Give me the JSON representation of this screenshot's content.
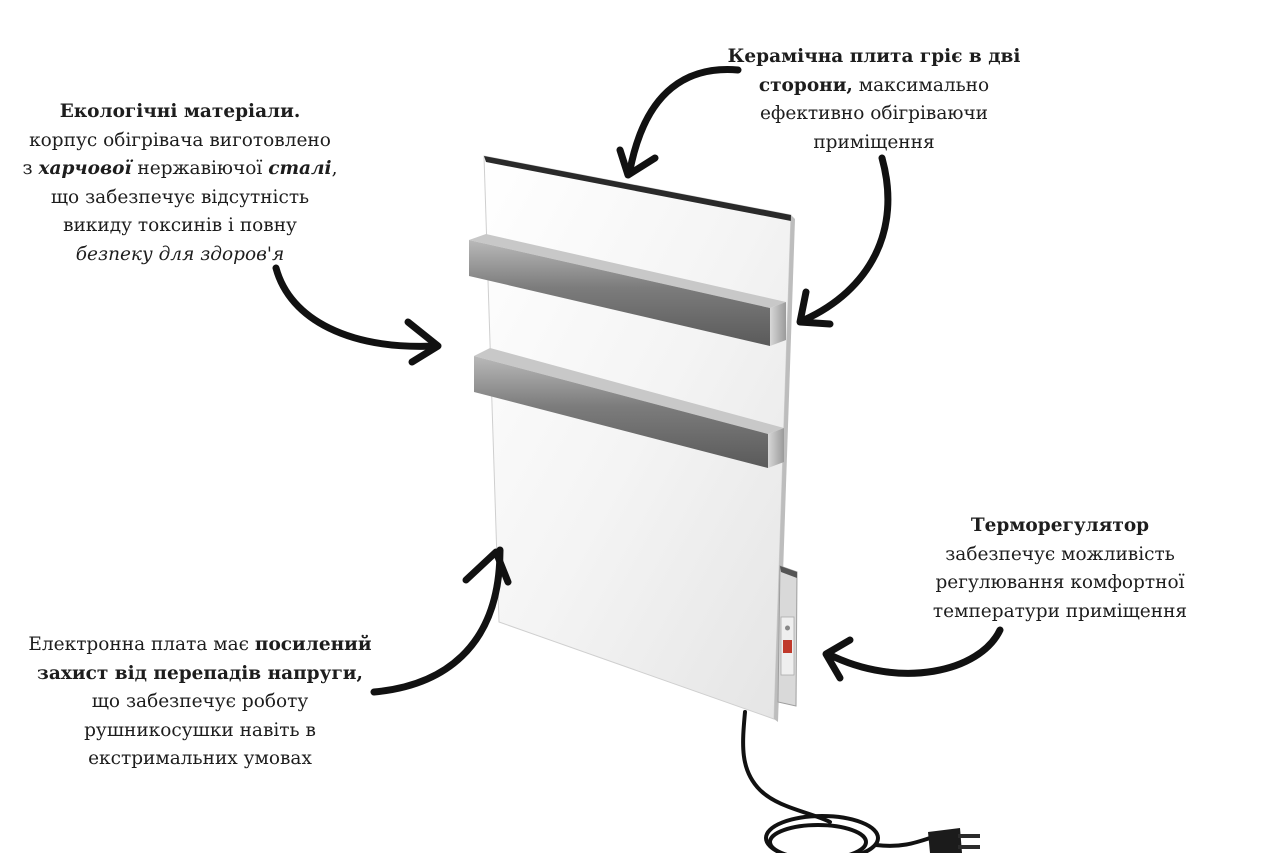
{
  "notes": {
    "eco": {
      "title": "Екологічні матеріали.",
      "line1": "корпус обігрівача виготовлено",
      "line2_a": "з ",
      "line2_b": "харчової",
      "line2_c": " нержавіючої ",
      "line2_d": "сталі",
      "line2_e": ",",
      "line3": "що забезпечує відсутність",
      "line4": "викиду токсинів і повну",
      "line5": "безпеку для здоров'я"
    },
    "plate": {
      "title1": "Керамічна плита гріє в дві",
      "title2": "сторони,",
      "line1_rest": " максимально",
      "line2": "ефективно обігріваючи",
      "line3": "приміщення"
    },
    "thermo": {
      "title": "Терморегулятор",
      "line1": "забезпечує можливість",
      "line2": "регулювання комфортної",
      "line3": "температури приміщення"
    },
    "board": {
      "line1_a": "Електронна плата має ",
      "line1_b": "посилений",
      "line2": "захист від перепадів напруги,",
      "line3": "що забезпечує роботу",
      "line4": "рушникосушки навіть в",
      "line5": "екстримальних умовах"
    }
  },
  "colors": {
    "text": "#1d1d1d",
    "arrow": "#111111",
    "panel": "#f3f3f3",
    "steel": "#8c8c8c"
  }
}
